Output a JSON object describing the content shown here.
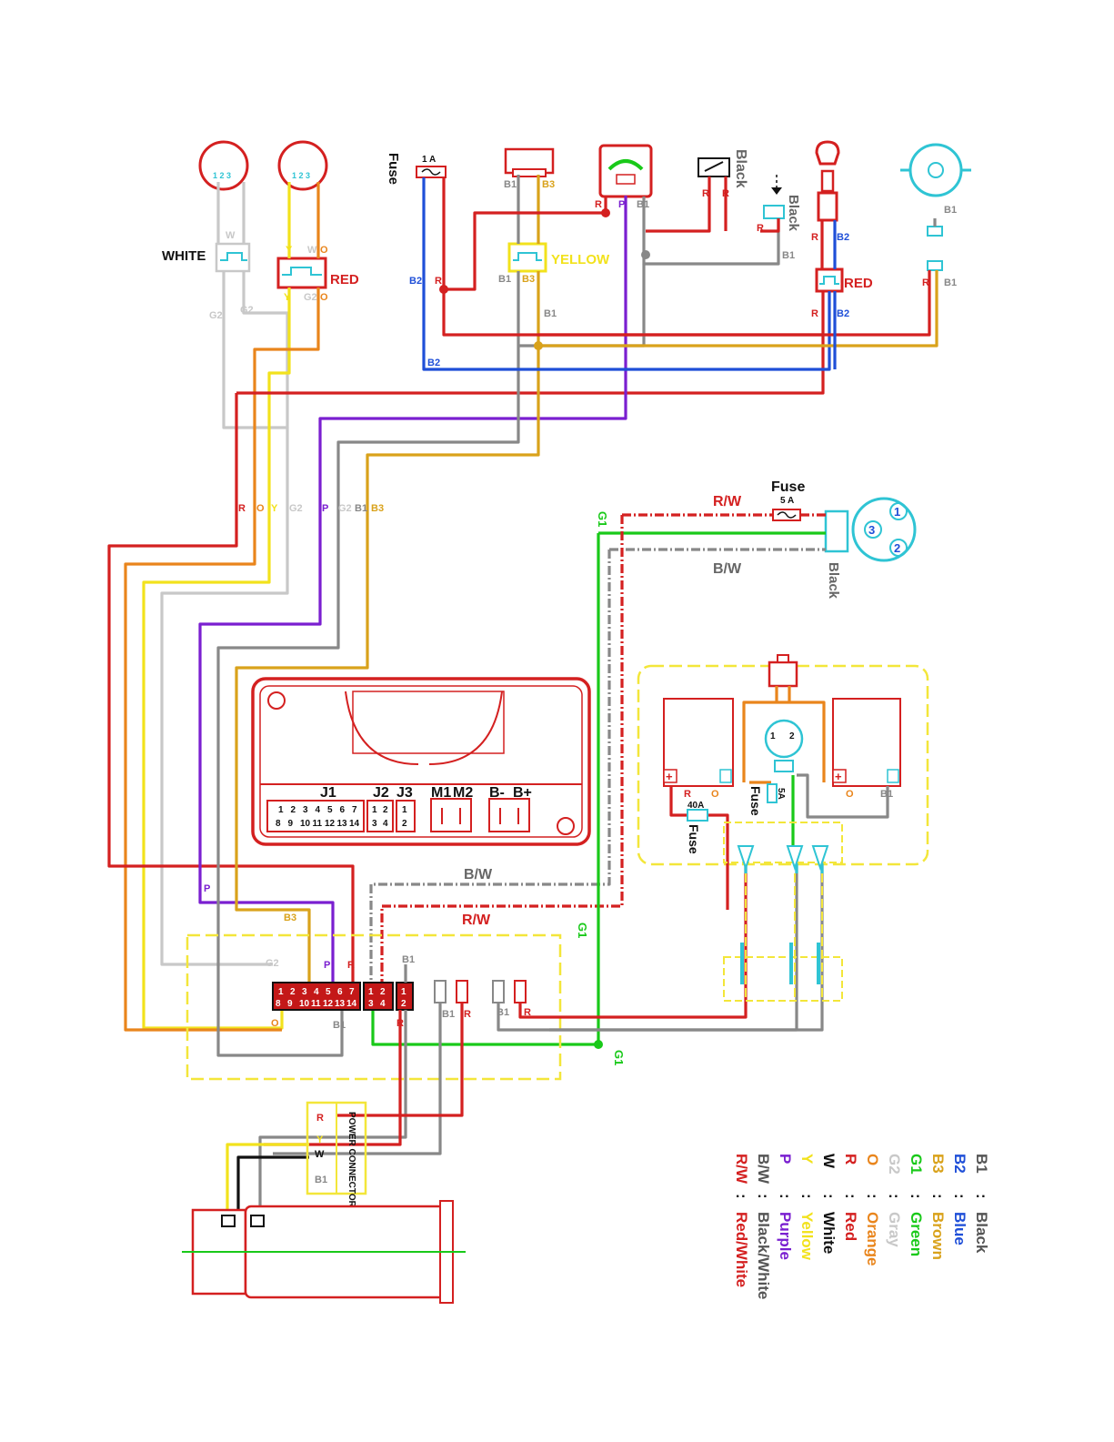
{
  "colors": {
    "black": "#555555",
    "blue": "#1f4fd8",
    "brown": "#d9a21b",
    "green": "#19c919",
    "gray": "#c8c8c8",
    "orange": "#e9851c",
    "red": "#d42020",
    "white": "#111111",
    "yellow": "#f2e21c",
    "purple": "#7a1fd0",
    "cyan": "#2fc4d4",
    "dash_yellow": "#f3e63a"
  },
  "labels": {
    "fuse_1a_word": "Fuse",
    "fuse_1a_rating": "1 A",
    "fuse_5a_word": "Fuse",
    "fuse_5a_rating": "5 A",
    "black_1": "Black",
    "black_2": "Black",
    "black_3": "Black",
    "white_conn": "WHITE",
    "red_conn_1": "RED",
    "red_conn_2": "RED",
    "yellow_conn": "YELLOW",
    "rw_top": "R/W",
    "bw_top": "B/W",
    "bw_mid": "B/W",
    "rw_mid": "R/W",
    "fuse_batt": "Fuse",
    "fuse_40a": "40A",
    "fuse_batt2": "Fuse",
    "fuse_5a_small": "5A",
    "power_connector": "POWER CONNECTOR"
  },
  "controller": {
    "j1": "J1",
    "j2": "J2",
    "j3": "J3",
    "m1": "M1",
    "m2": "M2",
    "bminus": "B-",
    "bplus": "B+",
    "j1_top": [
      "1",
      "2",
      "3",
      "4",
      "5",
      "6",
      "7"
    ],
    "j1_bot": [
      "8",
      "9",
      "10",
      "11",
      "12",
      "13",
      "14"
    ],
    "j2_top": [
      "1",
      "2"
    ],
    "j2_bot": [
      "3",
      "4"
    ],
    "j3_top": [
      "1"
    ],
    "j3_bot": [
      "2"
    ]
  },
  "wire_codes": {
    "b1": "B1",
    "b2": "B2",
    "b3": "B3",
    "g1": "G1",
    "g2": "G2",
    "o": "O",
    "r": "R",
    "w": "W",
    "y": "Y",
    "p": "P"
  },
  "charger_pins": [
    "1",
    "3",
    "2"
  ],
  "key_pins": [
    "1",
    "2"
  ],
  "legend": [
    {
      "code": "B1",
      "sep": ":",
      "name": "Black",
      "color": "#555555"
    },
    {
      "code": "B2",
      "sep": ":",
      "name": "Blue",
      "color": "#1f4fd8"
    },
    {
      "code": "B3",
      "sep": ":",
      "name": "Brown",
      "color": "#d9a21b"
    },
    {
      "code": "G1",
      "sep": ":",
      "name": "Green",
      "color": "#19c919"
    },
    {
      "code": "G2",
      "sep": ":",
      "name": "Gray",
      "color": "#c8c8c8"
    },
    {
      "code": "O",
      "sep": ":",
      "name": "Orange",
      "color": "#e9851c"
    },
    {
      "code": "R",
      "sep": ":",
      "name": "Red",
      "color": "#d42020"
    },
    {
      "code": "W",
      "sep": ":",
      "name": "White",
      "color": "#111111"
    },
    {
      "code": "Y",
      "sep": ":",
      "name": "Yellow",
      "color": "#f2e21c"
    },
    {
      "code": "P",
      "sep": ":",
      "name": "Purple",
      "color": "#7a1fd0"
    },
    {
      "code": "B/W",
      "sep": ":",
      "name": "Black/White",
      "color": "#555555"
    },
    {
      "code": "R/W",
      "sep": ":",
      "name": "Red/White",
      "color": "#d42020"
    }
  ]
}
